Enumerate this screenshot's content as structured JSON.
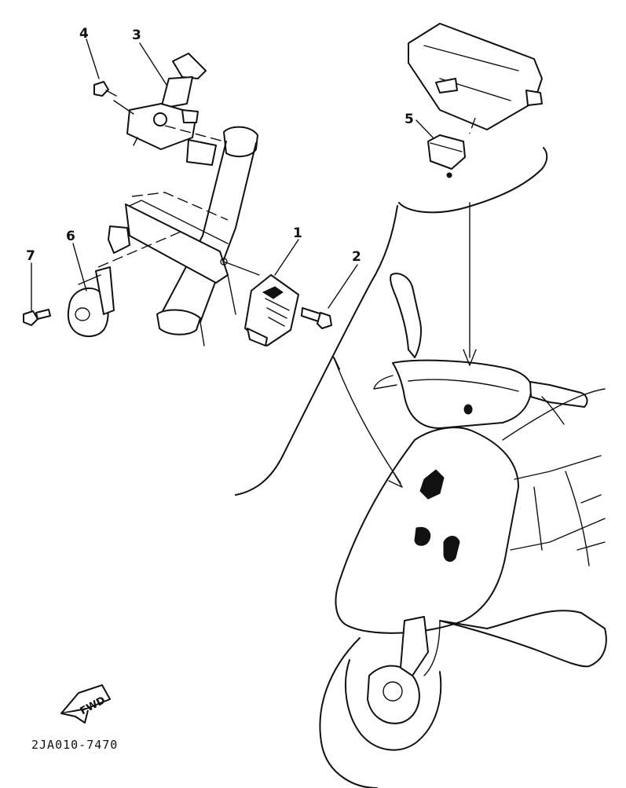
{
  "diagram": {
    "callouts": [
      {
        "id": "1",
        "label": "1"
      },
      {
        "id": "2",
        "label": "2"
      },
      {
        "id": "3",
        "label": "3"
      },
      {
        "id": "4",
        "label": "4"
      },
      {
        "id": "5",
        "label": "5"
      },
      {
        "id": "6",
        "label": "6"
      },
      {
        "id": "7",
        "label": "7"
      }
    ],
    "fwd_marker": "FWD",
    "drawing_code": "2JA010-7470"
  }
}
